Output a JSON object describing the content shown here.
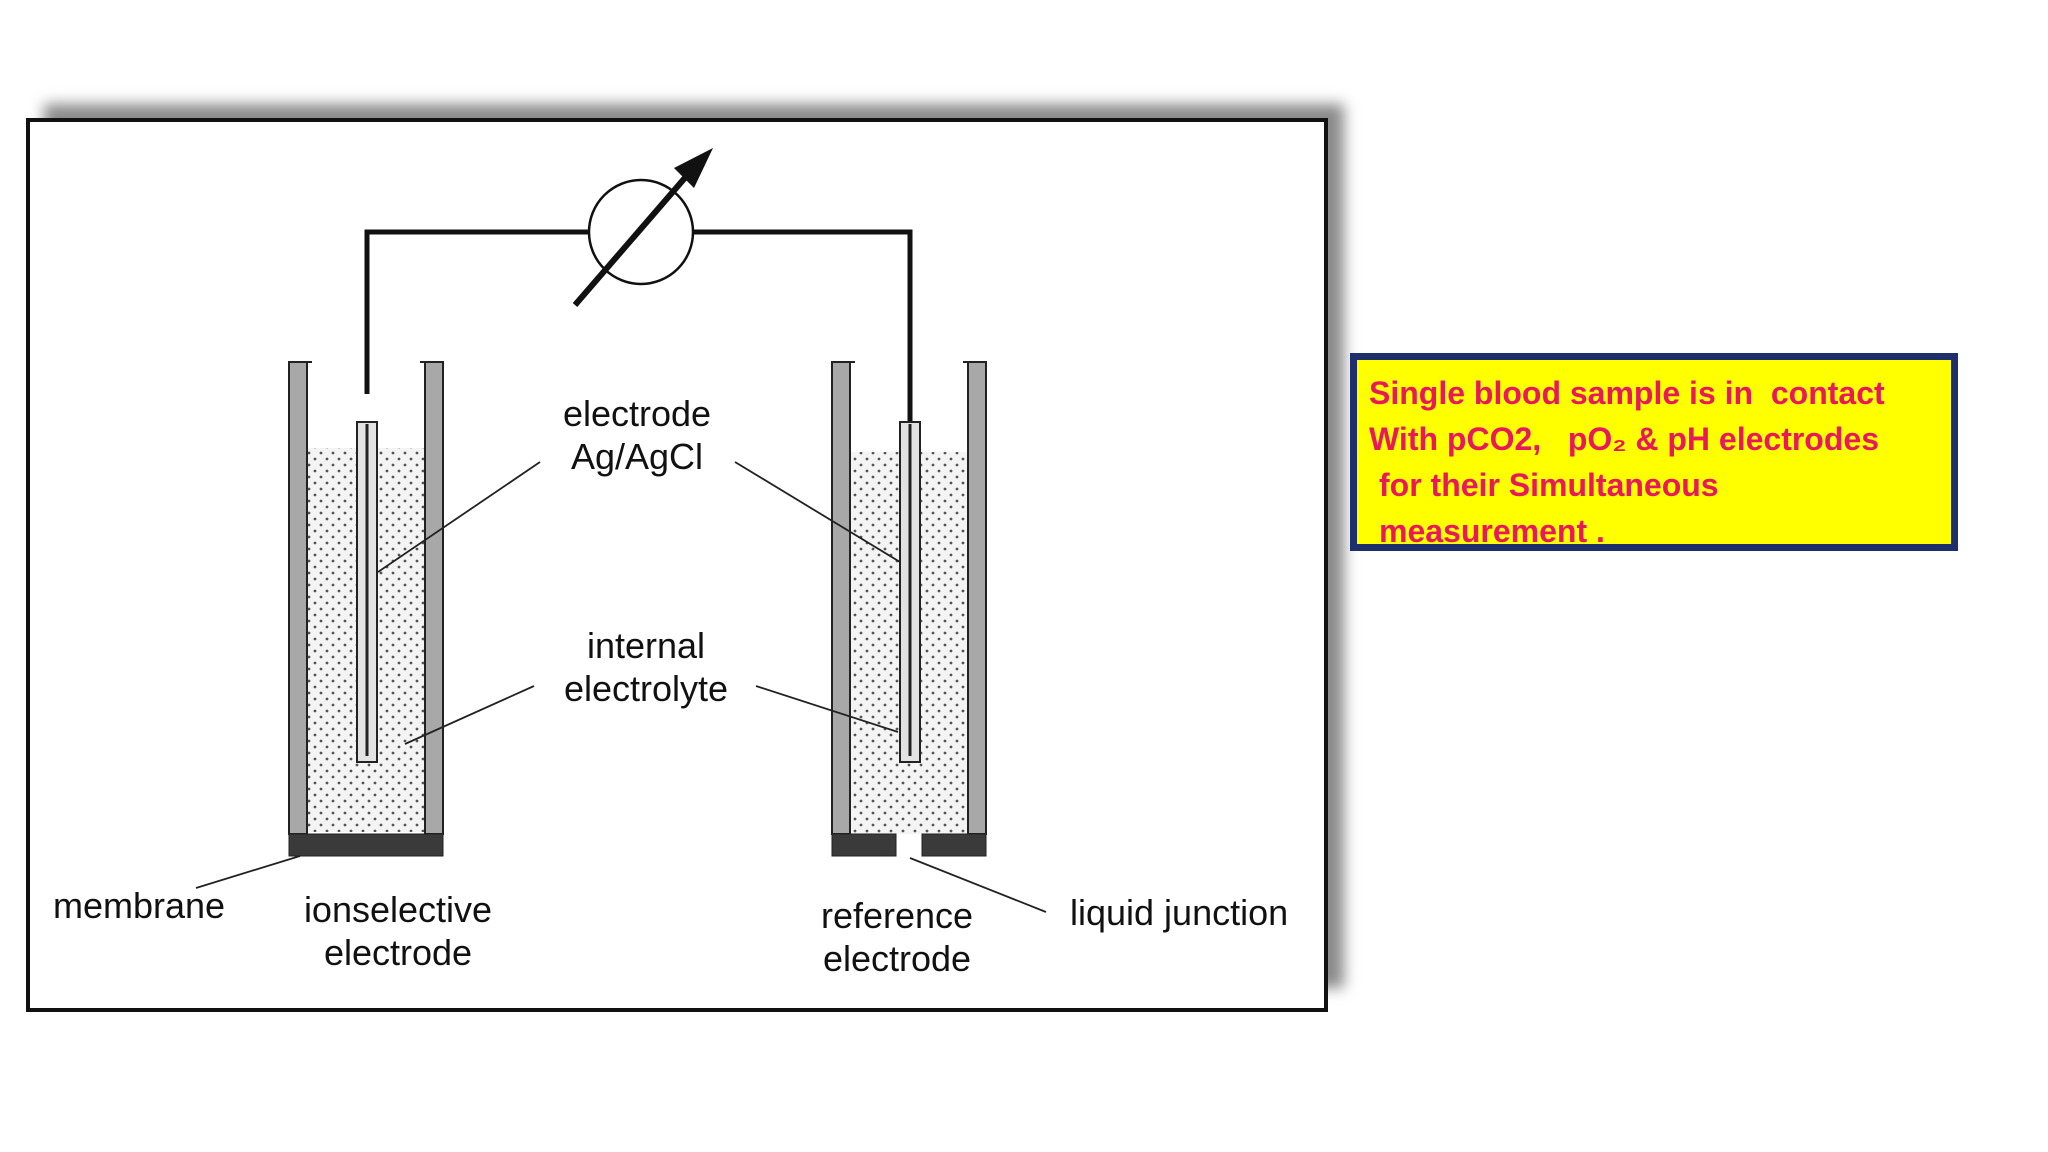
{
  "colors": {
    "note_background": "#ffff00",
    "note_border": "#1f2f6e",
    "note_text": "#e8185a",
    "frame": "#111111",
    "electrode_wall": "#a8a8a8",
    "membrane": "#3a3a3a"
  },
  "icons": {
    "meter": "voltmeter-icon"
  },
  "diagram": {
    "labels": {
      "electrode_line1": "electrode",
      "electrode_line2": "Ag/AgCl",
      "internal_line1": "internal",
      "internal_line2": "electrolyte",
      "membrane": "membrane",
      "ion_line1": "ionselective",
      "ion_line2": "electrode",
      "ref_line1": "reference",
      "ref_line2": "electrode",
      "liquid_junction": "liquid junction"
    }
  },
  "note": {
    "lines": [
      "Single blood sample is in  contact",
      "With pCO2,   pO₂ & pH electrodes",
      "for their Simultaneous",
      "measurement ."
    ]
  }
}
